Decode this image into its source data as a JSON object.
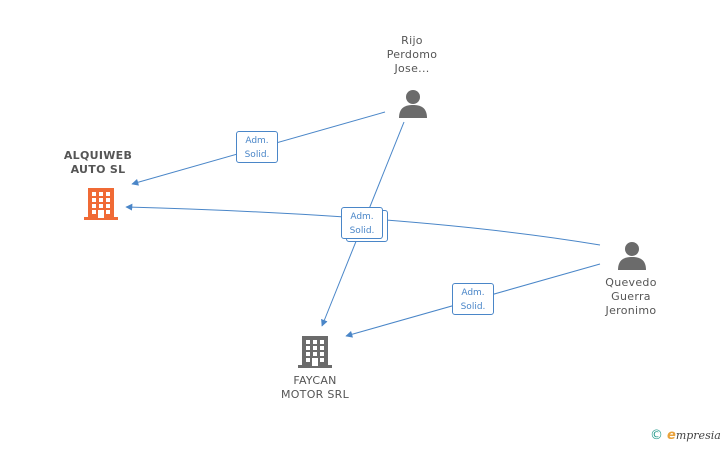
{
  "nodes": {
    "alquiweb": {
      "lines": [
        "ALQUIWEB",
        "AUTO SL"
      ],
      "color": "#f06a35"
    },
    "faycan": {
      "lines": [
        "FAYCAN",
        "MOTOR SRL"
      ],
      "color": "#6b6b6b"
    },
    "rijo": {
      "lines": [
        "Rijo",
        "Perdomo",
        "Jose..."
      ],
      "color": "#6b6b6b"
    },
    "quevedo": {
      "lines": [
        "Quevedo",
        "Guerra",
        "Jeronimo"
      ],
      "color": "#6b6b6b"
    }
  },
  "edges": {
    "rijo_alquiweb": {
      "lines": [
        "Adm.",
        "Solid."
      ]
    },
    "quevedo_alquiweb": {
      "lines": [
        "Adm.",
        "Solid."
      ]
    },
    "quevedo_faycan": {
      "lines": [
        "Adm.",
        "Solid."
      ]
    }
  },
  "colors": {
    "edge": "#4a86c8",
    "company_main": "#f06a35",
    "company_other": "#6b6b6b",
    "person": "#6b6b6b"
  },
  "icons": {
    "company": "building-icon",
    "person": "person-icon"
  },
  "watermark": {
    "copyright": "©",
    "brand_initial": "e",
    "brand_rest": "mpresia"
  }
}
